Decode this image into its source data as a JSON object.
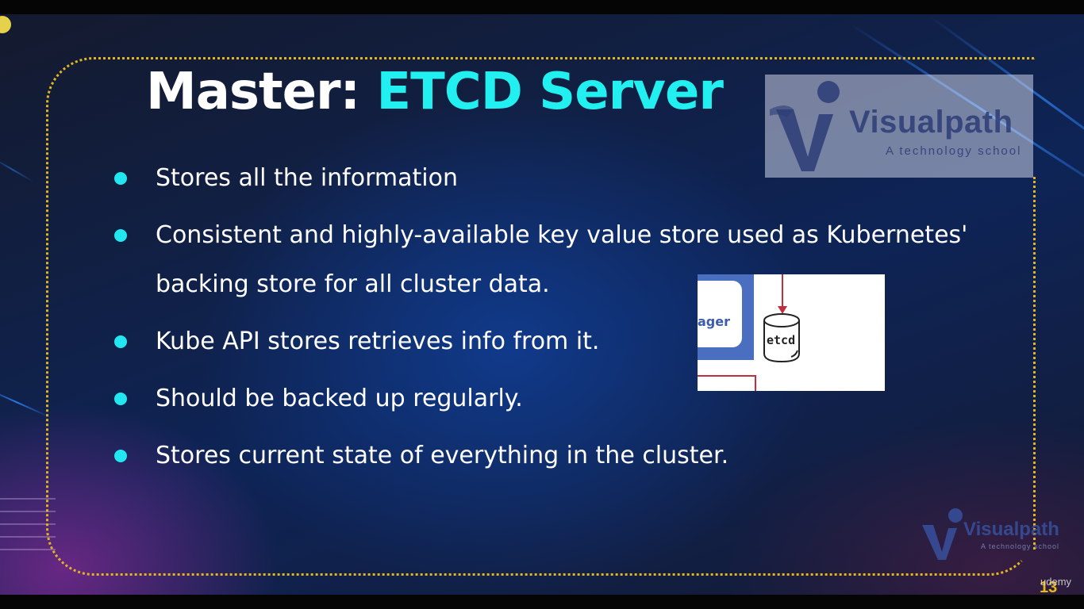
{
  "slide": {
    "title_prefix": "Master: ",
    "title_accent": "ETCD Server",
    "accent_color": "#22f0f0",
    "bullet_color": "#22e7f0",
    "frame_color": "#e2b51f",
    "bullets": [
      {
        "text": "Stores all the information"
      },
      {
        "text": "Consistent and highly-available key value store used as Kubernetes' backing store for all cluster data."
      },
      {
        "text": "Kube API stores retrieves info from it."
      },
      {
        "text": "Should be backed up regularly."
      },
      {
        "text": "Stores current state of everything in the cluster."
      }
    ],
    "page_number": "13"
  },
  "diagram": {
    "box_label": "ager",
    "db_label": "etcd"
  },
  "watermark": {
    "name": "Visualpath",
    "tagline": "A technology school"
  },
  "mini_watermark": {
    "name": "Visualpath",
    "tagline": "A technology school"
  },
  "player": {
    "brand": "udemy"
  }
}
